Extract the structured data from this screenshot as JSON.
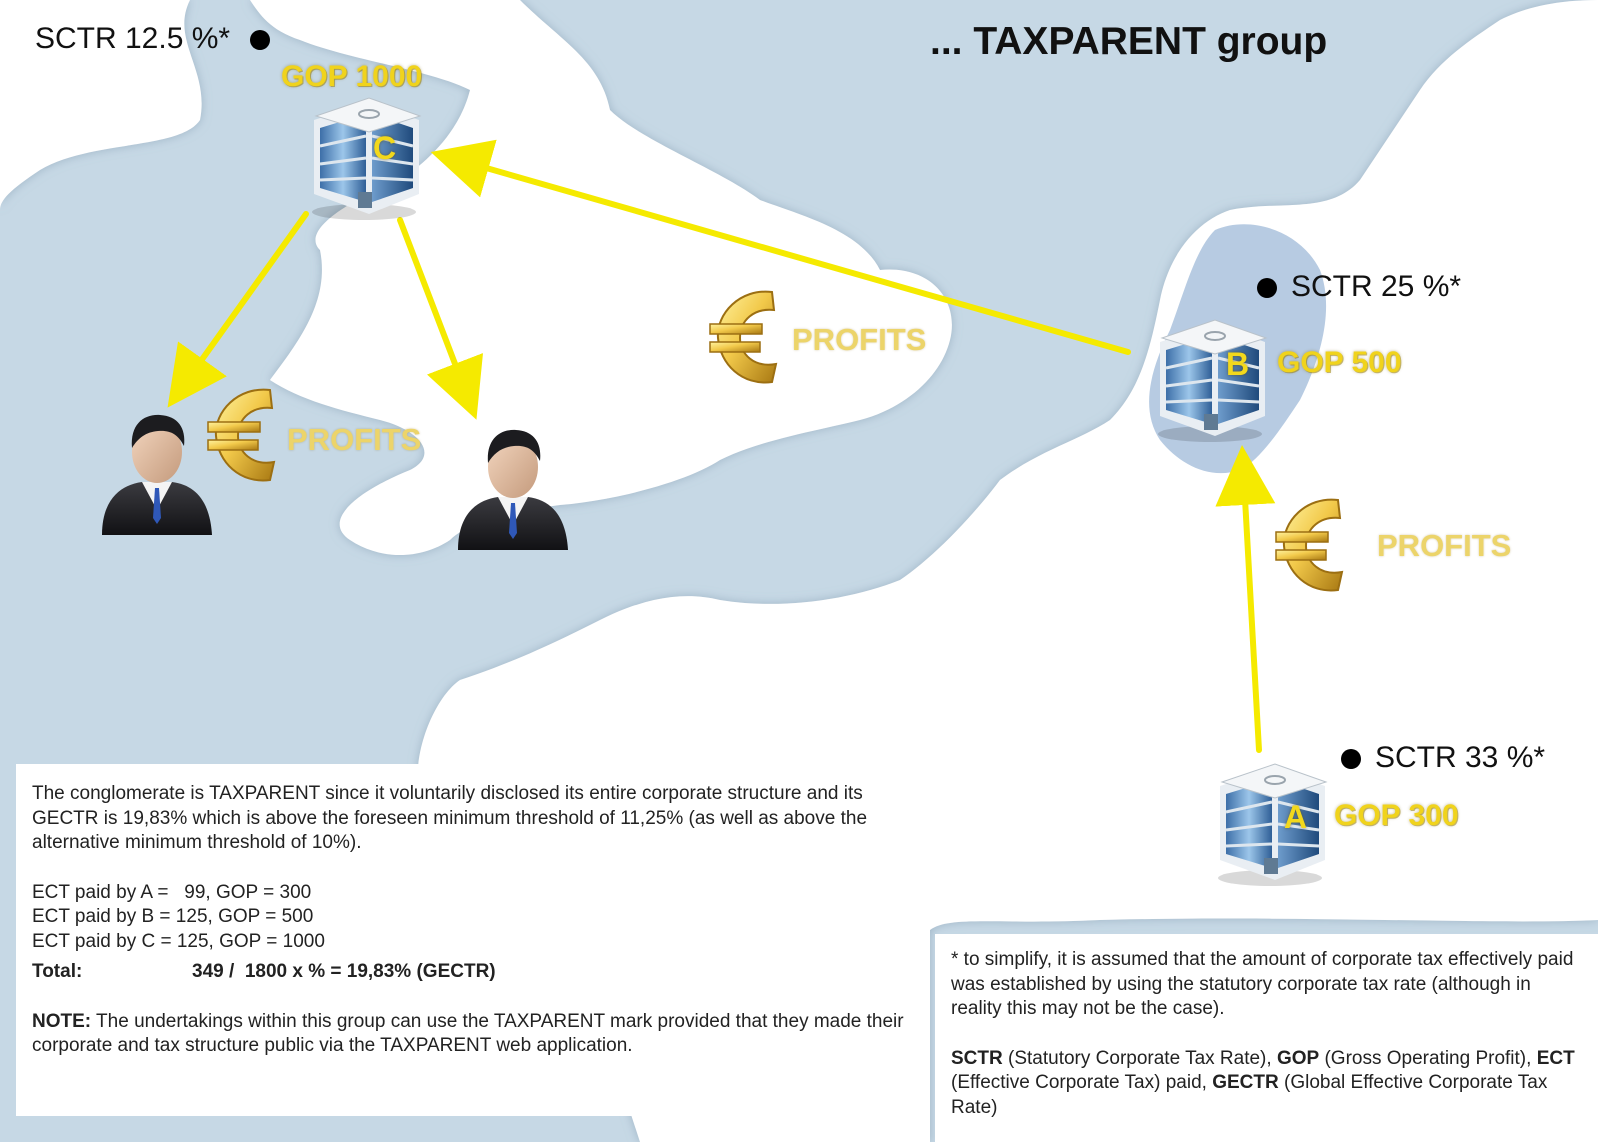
{
  "title": "... TAXPARENT group",
  "entities": {
    "c": {
      "letter": "C",
      "gop": "GOP 1000",
      "sctr": "SCTR 12.5 %*"
    },
    "b": {
      "letter": "B",
      "gop": "GOP 500",
      "sctr": "SCTR 25 %*"
    },
    "a": {
      "letter": "A",
      "gop": "GOP 300",
      "sctr": "SCTR 33 %*"
    }
  },
  "profits_label": "PROFITS",
  "colors": {
    "arrow": "#f5ea00",
    "label_gold": "#f0d31c",
    "sea": "#c6d8e5",
    "land": "#ffffff",
    "netherlands": "#b3c8e0"
  },
  "icons": [
    "building-icon",
    "person-icon",
    "euro-icon"
  ],
  "main_panel": {
    "intro": "The conglomerate is TAXPARENT since it voluntarily disclosed its entire corporate structure and its GECTR is 19,83% which is above the foreseen minimum threshold of 11,25% (as well as above the alternative minimum threshold of 10%).",
    "ect_lines": [
      "ECT paid by A =   99, GOP = 300",
      "ECT paid by B = 125, GOP = 500",
      "ECT paid by C = 125, GOP = 1000"
    ],
    "total_label": "Total:",
    "total_value": "349 /  1800 x % = 19,83% (GECTR)",
    "note_label": "NOTE:",
    "note_text": " The undertakings within this group can use the TAXPARENT mark provided that they made their corporate and tax structure public via the TAXPARENT web application."
  },
  "footnote_panel": {
    "footnote": "* to simplify, it is assumed that the amount of corporate tax effectively paid was established by using the statutory corporate tax rate (although in reality this may not be the case).",
    "sctr_term": "SCTR",
    "sctr_def": " (Statutory Corporate Tax Rate), ",
    "gop_term": "GOP",
    "gop_def": " (Gross Operating Profit), ",
    "ect_term": "ECT",
    "ect_def": " (Effective Corporate Tax) paid, ",
    "gectr_term": "GECTR",
    "gectr_def": " (Global Effective Corporate Tax Rate)"
  }
}
